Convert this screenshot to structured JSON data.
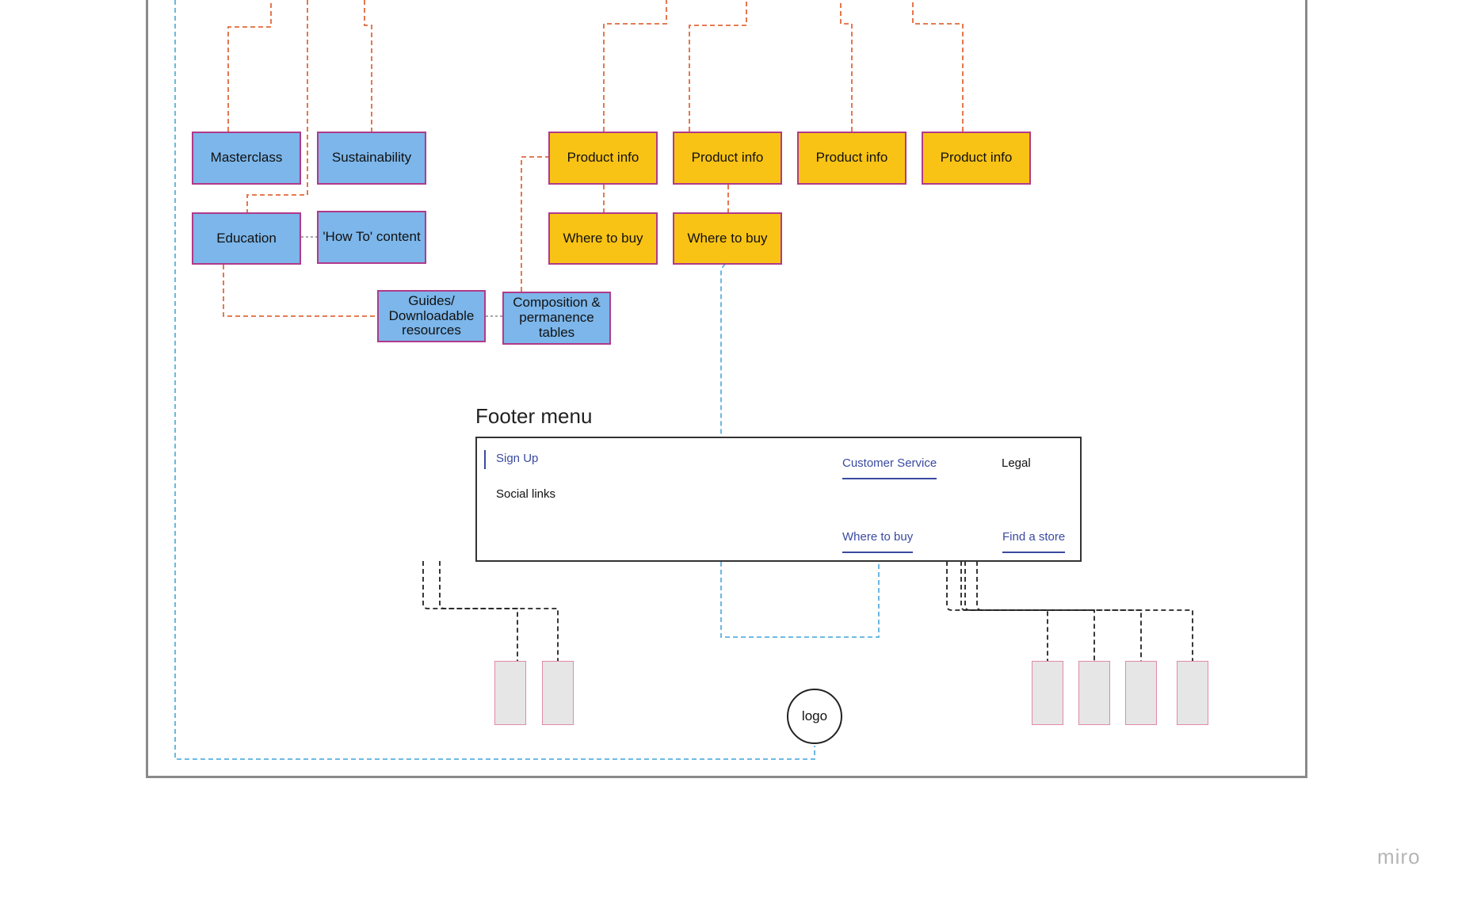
{
  "nodes": {
    "masterclass": "Masterclass",
    "sustainability": "Sustainability",
    "education": "Education",
    "how_to": "'How To' content",
    "guides": "Guides/ Downloadable resources",
    "composition": "Composition & permanence tables",
    "product_info": "Product info",
    "where_to_buy": "Where to buy"
  },
  "footer": {
    "title": "Footer menu",
    "sign_up": "Sign Up",
    "social_links": "Social links",
    "customer_service": "Customer Service",
    "legal": "Legal",
    "where_to_buy": "Where to buy",
    "find_a_store": "Find a store"
  },
  "logo": "logo",
  "brand": "miro",
  "colors": {
    "blue_node": "#7cb6ea",
    "yellow_node": "#f9c315",
    "node_border": "#b03a8a",
    "orange_connector": "#e06a3c",
    "blue_connector": "#5bb0e0",
    "black_connector": "#222222",
    "link_text": "#3a4aa0"
  }
}
